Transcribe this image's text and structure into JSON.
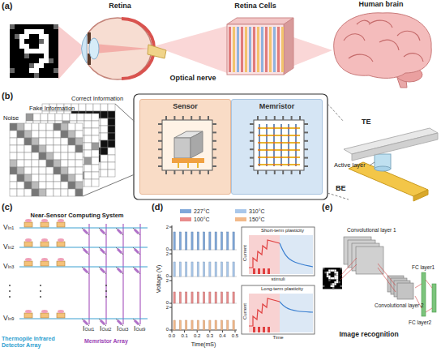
{
  "diagram": {
    "nodes": [
      {
        "text": [
          "Sensor"
        ]
      },
      {
        "text": [
          "Memristor"
        ]
      }
    ],
    "labels": [
      "(a)",
      "Retina",
      "Retina Cells",
      "Human brain",
      "Optical nerve",
      "(b)",
      "Correct Information",
      "Fake Information",
      "Noise",
      "TE",
      "Active layer",
      "BE",
      "(c)",
      "Near-Sensor Computing System",
      "VIn1",
      "VIn2",
      "VIn3",
      "VIn9",
      "IOut1",
      "IOut2",
      "IOut3",
      "IOut9",
      "Thermopile Infrared Detector Array",
      "Memristor Array",
      "(d)",
      "2",
      "0",
      "2",
      "0",
      "2",
      "0",
      "2",
      "0",
      "0.0",
      "0.1",
      "0.2",
      "0.3",
      "0.4",
      "0.5",
      "Voltage (V)",
      "Time(mS)",
      "Short-term plasticity",
      "Current",
      "stimuli",
      "Long-term plasticity",
      "Current",
      "Time",
      "(e)",
      "Convolutional layer 1",
      "Convolutional layer 2",
      "FC layer1",
      "FC layer2",
      "Image recognition"
    ],
    "legend": [
      {
        "text": "227°C",
        "color": "#7fa7d9"
      },
      {
        "text": "310°C",
        "color": "#a9c7ea"
      },
      {
        "text": "100°C",
        "color": "#e88c8c"
      },
      {
        "text": "150°C",
        "color": "#f2b98a"
      }
    ]
  }
}
